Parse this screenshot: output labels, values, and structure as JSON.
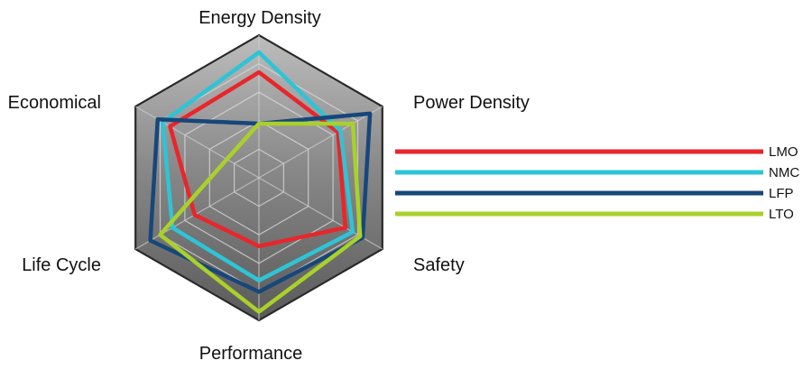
{
  "chart_data": {
    "type": "radar",
    "title": "",
    "axes": [
      "Energy Density",
      "Power Density",
      "Safety",
      "Performance",
      "Life Cycle",
      "Economical"
    ],
    "range": [
      0,
      5
    ],
    "grid": true,
    "legend_position": "right",
    "series": [
      {
        "name": "LMO",
        "color": "#e8262b",
        "values": [
          3.7,
          3.2,
          3.5,
          2.4,
          2.6,
          3.6
        ]
      },
      {
        "name": "NMC",
        "color": "#2ec4d6",
        "values": [
          4.4,
          3.3,
          3.8,
          3.6,
          3.5,
          3.9
        ]
      },
      {
        "name": "LFP",
        "color": "#17477a",
        "values": [
          1.9,
          4.5,
          4.2,
          4.0,
          4.4,
          4.1
        ]
      },
      {
        "name": "LTO",
        "color": "#a9d12a",
        "values": [
          1.9,
          3.8,
          4.1,
          4.7,
          4.0,
          1.3
        ]
      }
    ]
  }
}
